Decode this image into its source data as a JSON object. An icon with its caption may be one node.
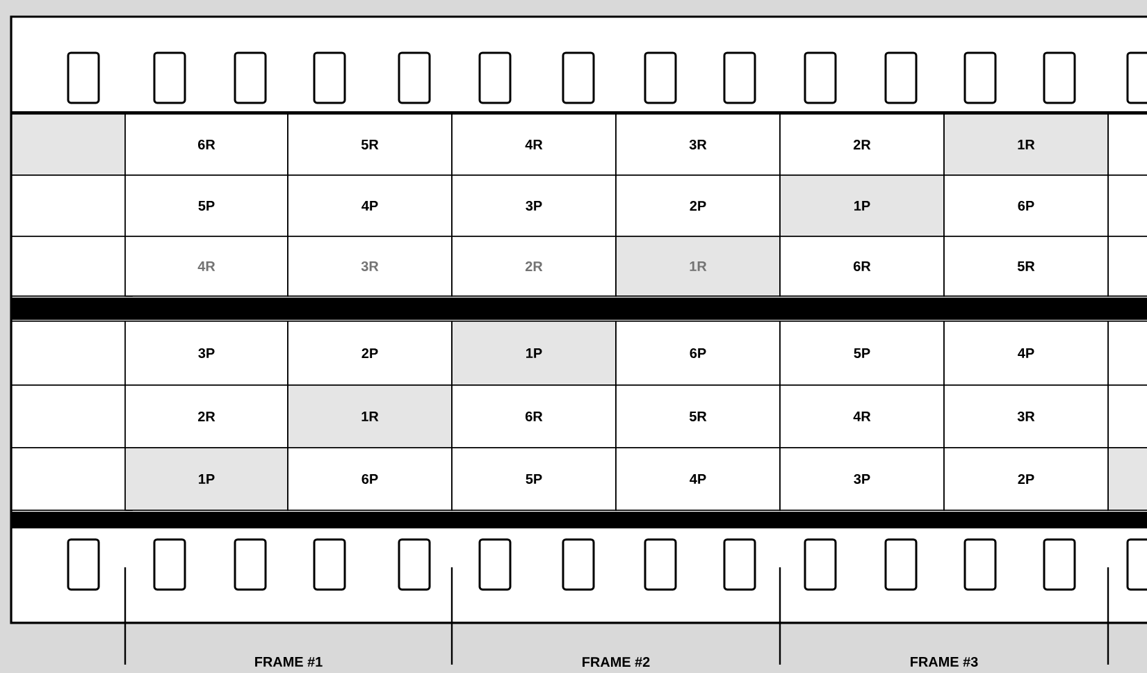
{
  "diagram": {
    "labels": [
      "6R",
      "5R",
      "4R",
      "3R",
      "2R",
      "1R",
      "5P",
      "4P",
      "3P",
      "2P",
      "1P",
      "6P",
      "4R",
      "3R",
      "2R",
      "1R",
      "6R",
      "5R",
      "3P",
      "2P",
      "1P",
      "6P",
      "5P",
      "4P",
      "2R",
      "1R",
      "6R",
      "5R",
      "4R",
      "3R",
      "1P",
      "6P",
      "5P",
      "4P",
      "3P",
      "2P",
      "FRAME #1",
      "FRAME #2",
      "FRAME #3"
    ]
  }
}
